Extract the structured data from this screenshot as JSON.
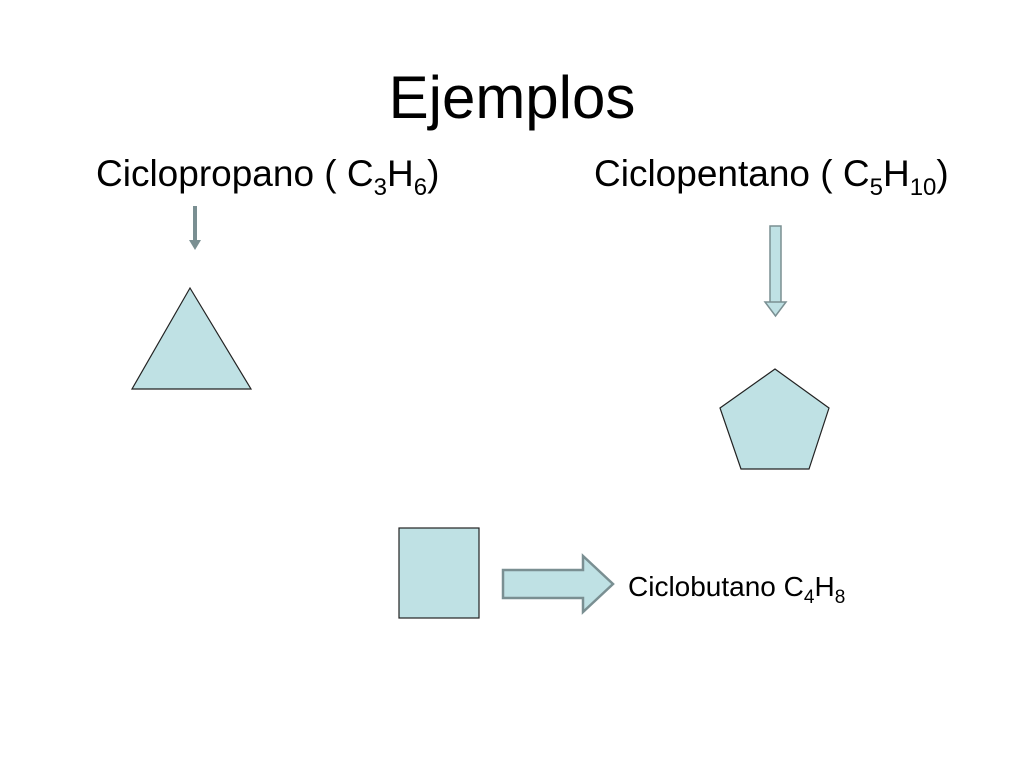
{
  "title": "Ejemplos",
  "cyclopropane": {
    "name": "Ciclopropano (",
    "c_sub": "3",
    "h_sub": "6",
    "close": ")"
  },
  "cyclopentane": {
    "name": "Ciclopentano (",
    "c_sub": "5",
    "h_sub": "10",
    "close": ")"
  },
  "cyclobutane": {
    "name": "Ciclobutano",
    "c_sub": "4",
    "h_sub": "8"
  },
  "colors": {
    "shape_fill": "#bfe1e4",
    "shape_stroke": "#222222",
    "arrow_fill": "#bfe1e4",
    "arrow_stroke": "#7a8f92"
  },
  "icons": [
    "triangle-shape",
    "pentagon-shape",
    "square-shape",
    "arrow-down-icon",
    "arrow-right-icon"
  ]
}
